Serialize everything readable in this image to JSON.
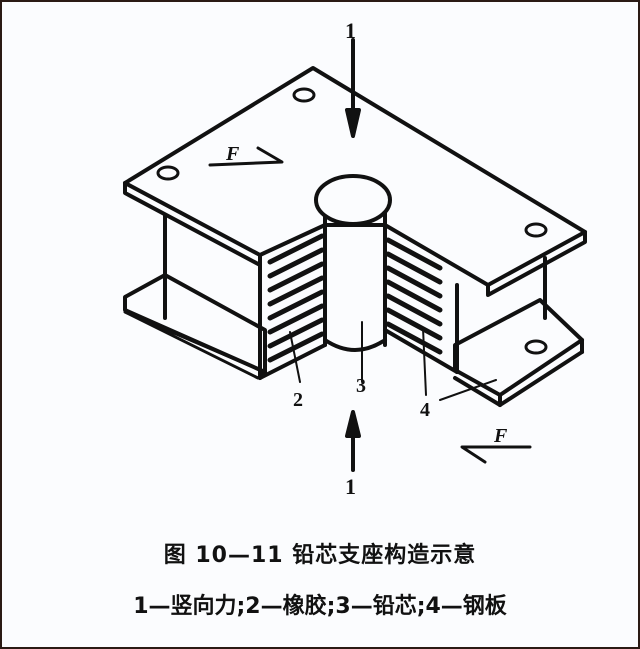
{
  "figure": {
    "labels": {
      "top_force": "1",
      "bottom_force": "1",
      "rubber": "2",
      "lead_core": "3",
      "steel_plate": "4",
      "shear_top": "F",
      "shear_bottom": "F"
    },
    "caption_title": "图 10—11   铅芯支座构造示意",
    "caption_legend": "1—竖向力;2—橡胶;3—铅芯;4—钢板"
  },
  "colors": {
    "ink": "#111111",
    "background": "#fbfcfe",
    "border": "#2a1a14"
  }
}
